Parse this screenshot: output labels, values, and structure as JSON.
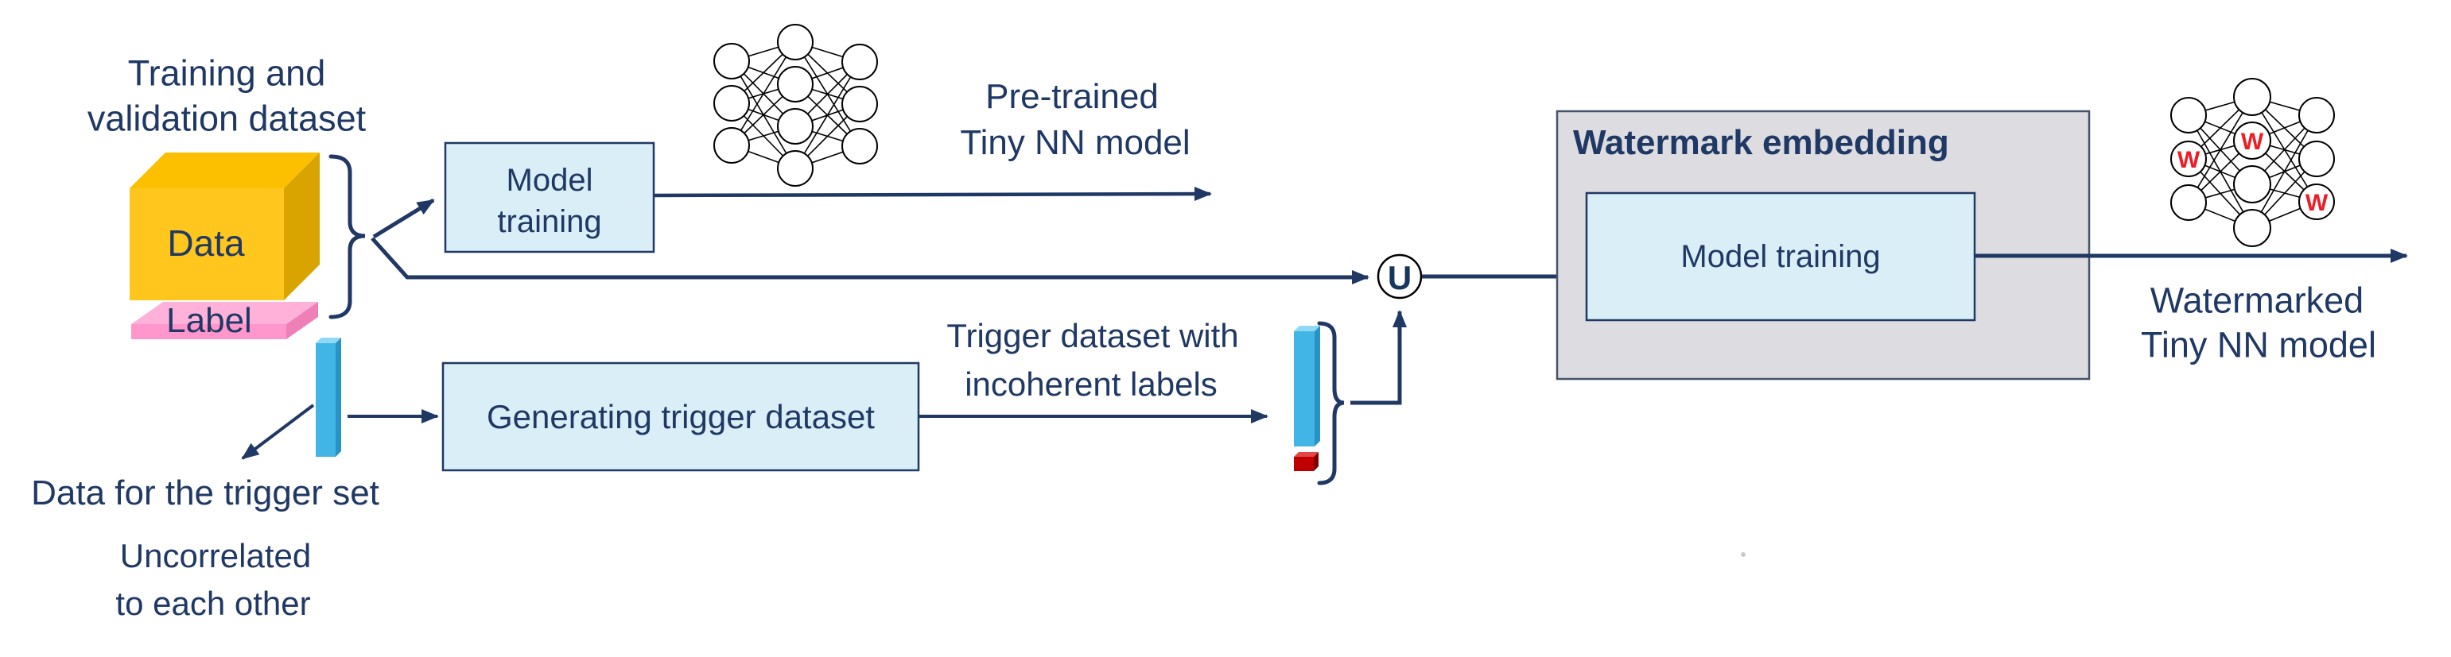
{
  "dataset_title": {
    "line1": "Training and",
    "line2": "validation dataset"
  },
  "cube": {
    "label": "Data"
  },
  "slab": {
    "label": "Label"
  },
  "model_training_box": {
    "line1": "Model",
    "line2": "training"
  },
  "pretrained_label": {
    "line1": "Pre-trained",
    "line2": "Tiny NN model"
  },
  "union_node": {
    "symbol": "U"
  },
  "watermark_section": {
    "title": "Watermark embedding",
    "inner_box_label": "Model training"
  },
  "watermarked_label": {
    "line1": "Watermarked",
    "line2": "Tiny NN model"
  },
  "trigger_label": {
    "line1": "Trigger dataset with",
    "line2": "incoherent labels"
  },
  "generating_box": {
    "label": "Generating trigger dataset"
  },
  "trigger_data_label": {
    "text": "Data for the trigger set"
  },
  "uncorrelated_label": {
    "line1": "Uncorrelated",
    "line2": "to each other"
  },
  "nn_icons": {
    "plain": "neural-network-icon",
    "watermarked": "neural-network-watermarked-icon",
    "watermark_letter": "W"
  },
  "colors": {
    "text_navy": "#1f3864",
    "arrow_navy": "#203864",
    "process_box_fill": "#daeef7",
    "process_box_border": "#1f3864",
    "section_fill": "#dcdce1",
    "section_border": "#44546a",
    "bar_blue": "#41b6e6",
    "bar_blue_light": "#8fd9f5",
    "bar_blue_dark": "#2a93c5",
    "red_label": "#c00000",
    "cube_yellow": "#ffc61e",
    "cube_yellow_top": "#fdc000",
    "cube_yellow_side": "#d9a300",
    "slab_pink": "#ff97cc",
    "slab_pink_top": "#ffb1da",
    "slab_pink_side": "#ee7fb7",
    "nn_w_red": "#ee1c25"
  }
}
